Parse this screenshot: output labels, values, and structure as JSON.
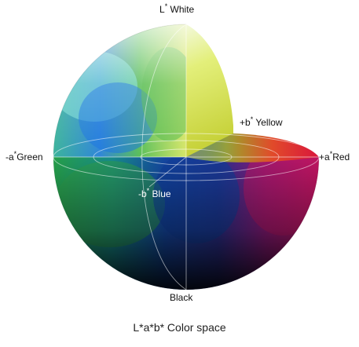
{
  "axes": {
    "top": {
      "main": "L",
      "sup": "*",
      "suffix": " White"
    },
    "yellow": {
      "main": "+b",
      "sup": "*",
      "suffix": " Yellow"
    },
    "green": {
      "main": "-a",
      "sup": "*",
      "suffix": "Green"
    },
    "red": {
      "main": "+a",
      "sup": "*",
      "suffix": "Red"
    },
    "blue": {
      "main": "-b",
      "sup": "*",
      "suffix": " Blue"
    },
    "bottom": {
      "main": "Black"
    }
  },
  "caption": "L*a*b* Color space",
  "colors": {
    "white_top": "#f4fbe0",
    "green": "#3fae45",
    "blue": "#1f64c8",
    "cyan": "#6fd4c8",
    "yellow": "#f2ea5c",
    "red": "#d81e35",
    "magenta": "#c4166e",
    "black": "#0a0d14"
  }
}
